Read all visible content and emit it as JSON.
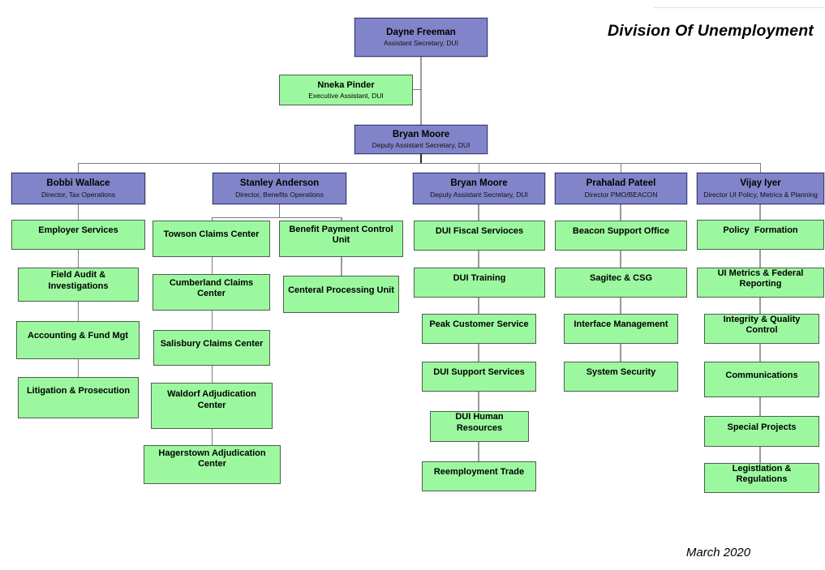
{
  "header": {
    "title": "Division Of Unemployment",
    "footer_date": "March 2020"
  },
  "org": {
    "root": {
      "name": "Dayne Freeman",
      "subtitle": "Assistant Secretary, DUI"
    },
    "assistant": {
      "name": "Nneka Pinder",
      "subtitle": "Executive Assistant, DUI"
    },
    "deputy": {
      "name": "Bryan Moore",
      "subtitle": "Deputy Assistant Secretary, DUI"
    },
    "branches": [
      {
        "name": "Bobbi Wallace",
        "subtitle": "Director, Tax Operations",
        "units": [
          "Employer Services",
          "Field Audit & Investigations",
          "Accounting & Fund Mgt",
          "Litigation & Prosecution"
        ]
      },
      {
        "name": "Stanley Anderson",
        "subtitle": "Director, Benefits Operations",
        "units_left": [
          "Towson Claims Center",
          "Cumberland Claims Center",
          "Salisbury Claims Center",
          "Waldorf Adjudication Center",
          "Hagerstown Adjudication Center"
        ],
        "units_right": [
          "Benefit Payment Control Unit",
          "Centeral Processing Unit"
        ]
      },
      {
        "name": "Bryan Moore",
        "subtitle": "Deputy Assistant Secretary, DUI",
        "units": [
          "DUI Fiscal Servioces",
          "DUI Training",
          "Peak Customer Service",
          "DUI Support Services",
          "DUI Human Resources",
          "Reemployment Trade"
        ]
      },
      {
        "name": "Prahalad Pateel",
        "subtitle": "Director PMO/BEACON",
        "units": [
          "Beacon Support Office",
          "Sagitec & CSG",
          "Interface Management",
          "System Security"
        ]
      },
      {
        "name": "Vijay Iyer",
        "subtitle": "Director UI Policy, Metrics & Planning",
        "units": [
          "Policy  Formation",
          "UI Metrics & Federal Reporting",
          "Integrity & Quality Control",
          "Communications",
          "Special Projects",
          "Legistlation & Regulations"
        ]
      }
    ]
  },
  "colors": {
    "manager_fill": "#8184c8",
    "manager_border": "#3c3c78",
    "unit_fill": "#9cf89f",
    "unit_border": "#4f5f4f",
    "connector": "#7d7d7d"
  }
}
